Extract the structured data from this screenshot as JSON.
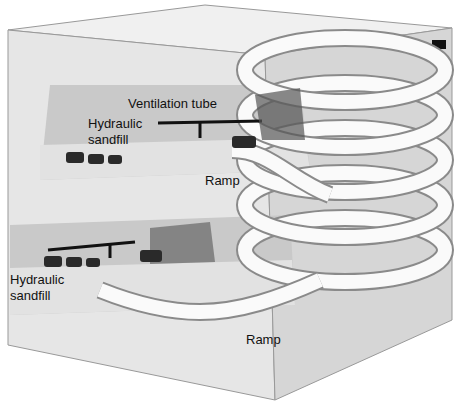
{
  "diagram": {
    "labels": [
      "Ventilation tube",
      "Hydraulic sandfill",
      "Ramp",
      "Hydraulic sandfill",
      "Ramp"
    ]
  }
}
